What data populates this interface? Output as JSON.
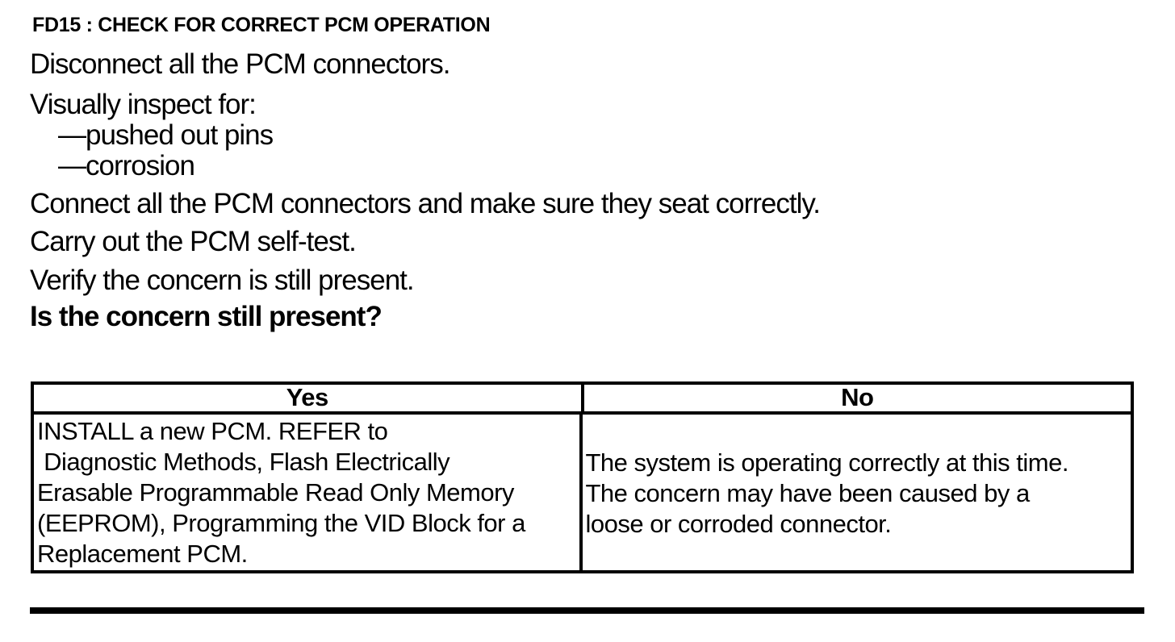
{
  "page": {
    "background_color": "#ffffff",
    "ink_color": "#000000"
  },
  "title": "FD15 : CHECK FOR CORRECT PCM OPERATION",
  "procedure": {
    "steps": [
      {
        "text": "Disconnect all the PCM connectors."
      },
      {
        "text": "Visually inspect for:"
      },
      {
        "text": "—pushed out pins"
      },
      {
        "text": "—corrosion"
      },
      {
        "text": "Connect all the PCM connectors and make sure they seat correctly."
      },
      {
        "text": "Carry out the PCM self-test."
      },
      {
        "text": "Verify the concern is still present."
      },
      {
        "text": "Is the concern still present?"
      }
    ]
  },
  "decision_table": {
    "columns": [
      {
        "label": "Yes"
      },
      {
        "label": "No"
      }
    ],
    "yes_lines": [
      "INSTALL a new PCM. REFER to",
      " Diagnostic Methods, Flash Electrically",
      "Erasable Programmable Read Only Memory",
      "(EEPROM), Programming the VID Block for a",
      "Replacement PCM."
    ],
    "no_lines": [
      "The system is operating correctly at this time.",
      "The concern may have been caused by a",
      "loose or corroded connector."
    ]
  }
}
